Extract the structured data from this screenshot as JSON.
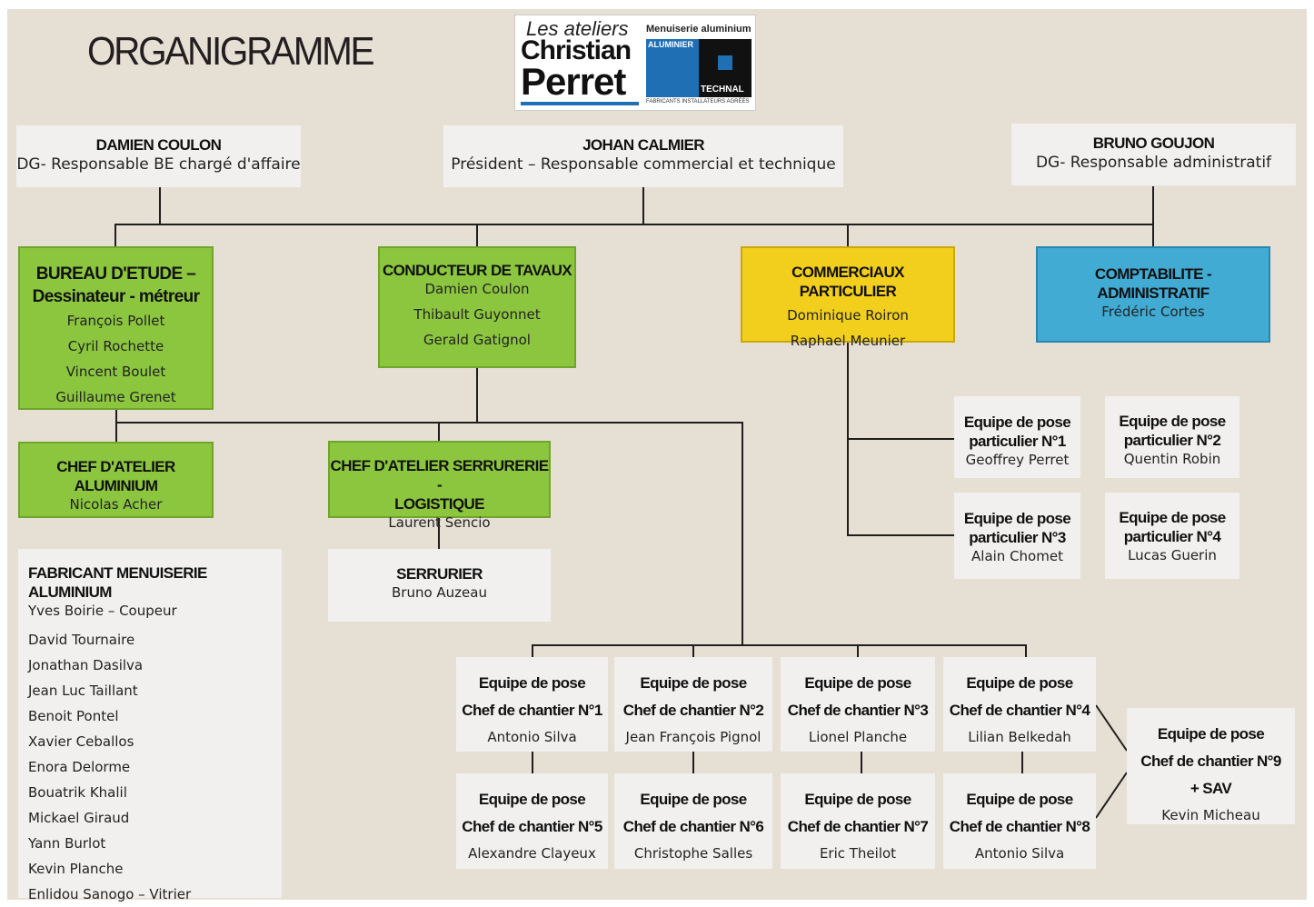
{
  "title": "ORGANIGRAMME",
  "logo": {
    "line1": "Les ateliers",
    "line2": "Christian",
    "line3": "Perret",
    "tagline": "Menuiserie aluminium",
    "brand1": "ALUMINIER",
    "brand2": "TECHNAL",
    "footer": "FABRICANTS INSTALLATEURS AGRÉÉS",
    "colors": {
      "blue": "#1f6fb5",
      "black": "#111111"
    }
  },
  "colors": {
    "green": "#8cc63f",
    "yellow": "#f2cf1c",
    "blue": "#41abd4",
    "background": "#e6dfd4"
  },
  "directors": {
    "left": {
      "name": "DAMIEN COULON",
      "role": "DG- Responsable BE chargé d'affaire"
    },
    "center": {
      "name": "JOHAN CALMIER",
      "role": "Président – Responsable commercial et technique"
    },
    "right": {
      "name": "BRUNO GOUJON",
      "role": "DG- Responsable administratif"
    }
  },
  "bureau": {
    "title1": "BUREAU D'ETUDE –",
    "title2": "Dessinateur - métreur",
    "members": [
      "François Pollet",
      "Cyril Rochette",
      "Vincent Boulet",
      "Guillaume Grenet"
    ]
  },
  "conducteur": {
    "title": "CONDUCTEUR DE TAVAUX",
    "members": [
      "Damien Coulon",
      "Thibault Guyonnet",
      "Gerald Gatignol"
    ]
  },
  "commerciaux": {
    "title": "COMMERCIAUX PARTICULIER",
    "members": [
      "Dominique Roiron",
      "Raphael Meunier"
    ]
  },
  "compta": {
    "title": "COMPTABILITE - ADMINISTRATIF",
    "members": [
      "Frédéric Cortes"
    ]
  },
  "chef_alu": {
    "title1": "CHEF D'ATELIER",
    "title2": "ALUMINIUM",
    "name": "Nicolas Acher"
  },
  "chef_serr": {
    "title1": "CHEF D'ATELIER SERRURERIE -",
    "title2": "LOGISTIQUE",
    "name": "Laurent Sencio"
  },
  "fabricant": {
    "title": "FABRICANT MENUISERIE ALUMINIUM",
    "members": [
      "Yves Boirie – Coupeur",
      "David Tournaire",
      "Jonathan Dasilva",
      "Jean Luc Taillant",
      "Benoit Pontel",
      "Xavier Ceballos",
      "Enora Delorme",
      "Bouatrik Khalil",
      "Mickael Giraud",
      "Yann Burlot",
      "Kevin Planche",
      "Enlidou Sanogo – Vitrier"
    ]
  },
  "serrurier": {
    "title": "SERRURIER",
    "name": "Bruno Auzeau"
  },
  "particulier_teams": [
    {
      "l1": "Equipe de pose",
      "l2": "particulier N°1",
      "name": "Geoffrey Perret"
    },
    {
      "l1": "Equipe de pose",
      "l2": "particulier N°2",
      "name": "Quentin Robin"
    },
    {
      "l1": "Equipe de pose",
      "l2": "particulier N°3",
      "name": "Alain Chomet"
    },
    {
      "l1": "Equipe de pose",
      "l2": "particulier N°4",
      "name": "Lucas Guerin"
    }
  ],
  "chantier_teams": [
    {
      "l1": "Equipe de pose",
      "l2": "Chef de chantier N°1",
      "name": "Antonio Silva"
    },
    {
      "l1": "Equipe de pose",
      "l2": "Chef de chantier N°2",
      "name": "Jean François Pignol"
    },
    {
      "l1": "Equipe de pose",
      "l2": "Chef de chantier N°3",
      "name": "Lionel Planche"
    },
    {
      "l1": "Equipe de pose",
      "l2": "Chef de chantier N°4",
      "name": "Lilian Belkedah"
    },
    {
      "l1": "Equipe de pose",
      "l2": "Chef de chantier N°5",
      "name": "Alexandre Clayeux"
    },
    {
      "l1": "Equipe de pose",
      "l2": "Chef de chantier N°6",
      "name": "Christophe Salles"
    },
    {
      "l1": "Equipe de pose",
      "l2": "Chef de chantier N°7",
      "name": "Eric Theilot"
    },
    {
      "l1": "Equipe de pose",
      "l2": "Chef de chantier N°8",
      "name": "Antonio Silva"
    }
  ],
  "team9": {
    "l1": "Equipe de pose",
    "l2": "Chef de chantier N°9",
    "l3": "+ SAV",
    "name": "Kevin Micheau"
  }
}
